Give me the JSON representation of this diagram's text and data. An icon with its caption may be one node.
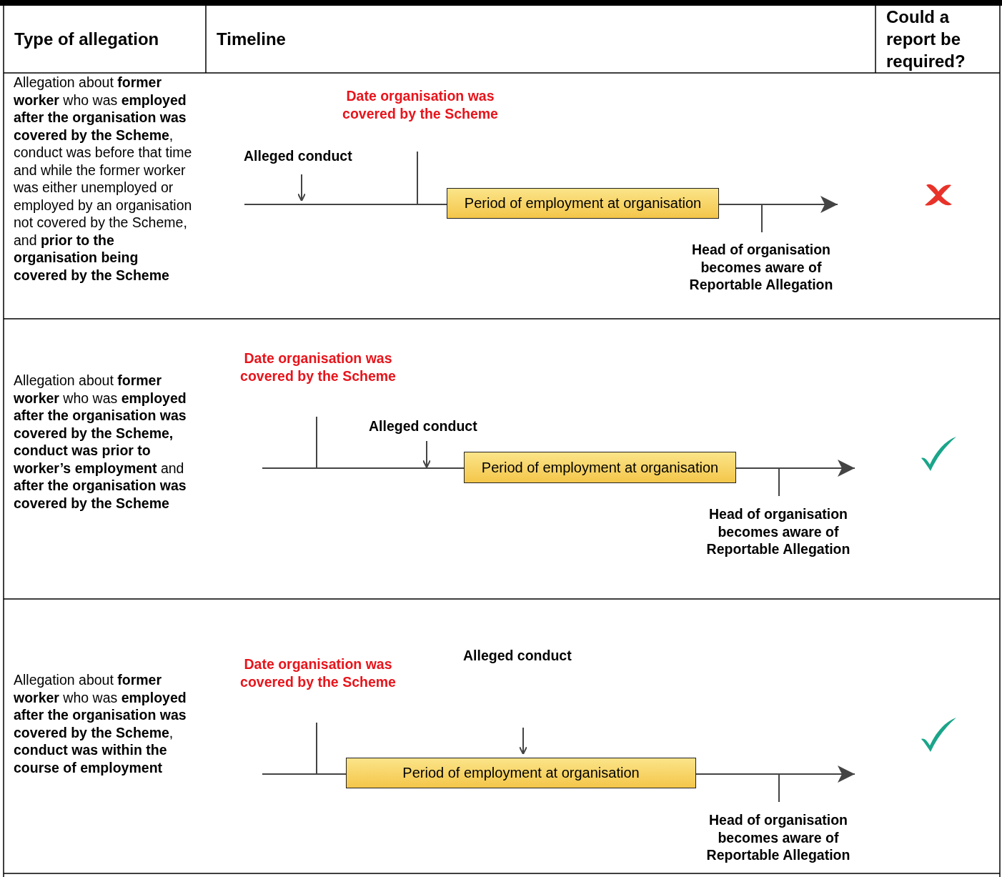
{
  "diagram": {
    "nodes": [
      {
        "text": [
          "Period of employment at organisation"
        ]
      },
      {
        "text": [
          "Period of employment at organisation"
        ]
      },
      {
        "text": [
          "Period of employment at organisation"
        ]
      }
    ],
    "labels": [
      "Type of allegation",
      "Timeline",
      "Could a report be required?",
      "Allegation about **former worker** who was **employed after the organisation was covered by the Scheme**, conduct was before that time and while the former worker was either unemployed or employed by an organisation not covered by the Scheme, and **prior to the organisation being covered by the Scheme**",
      "Date organisation was covered by the Scheme",
      "Alleged conduct",
      "Head of organisation becomes aware of Reportable Allegation",
      "Allegation about **former worker** who was **employed after the organisation was covered by the Scheme, conduct was prior to worker’s employment** and **after the organisation was covered by the Scheme**",
      "Date organisation was covered by the Scheme",
      "Alleged conduct",
      "Head of organisation becomes aware of Reportable Allegation",
      "Allegation about **former worker** who was **employed after the organisation was covered by the Scheme**, **conduct was within the course of employment**",
      "Alleged conduct",
      "Date organisation was covered by the Scheme",
      "Head of organisation becomes aware of Reportable Allegation"
    ]
  }
}
